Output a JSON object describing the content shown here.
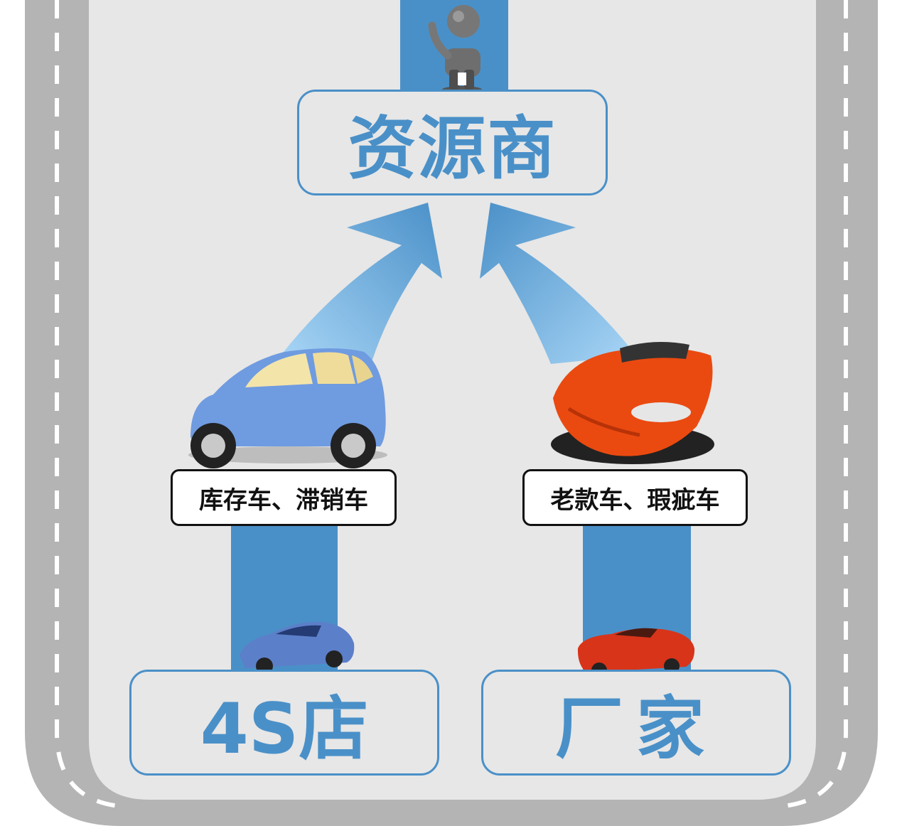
{
  "nodes": {
    "top": "资源商",
    "bottom_left": "4S店",
    "bottom_right": "厂家"
  },
  "labels": {
    "left": "库存车、滞销车",
    "right": "老款车、瑕疵车"
  },
  "colors": {
    "flow": "#4a90c8",
    "flow_light": "#8fc3ea",
    "road": "#b4b4b4",
    "background": "#e7e7e7",
    "car_blue": "#6f9be0",
    "car_red": "#ea4a10"
  },
  "icons": [
    "person-icon",
    "smart-car-icon",
    "sports-car-icon",
    "sedan-icon",
    "roadster-icon"
  ]
}
